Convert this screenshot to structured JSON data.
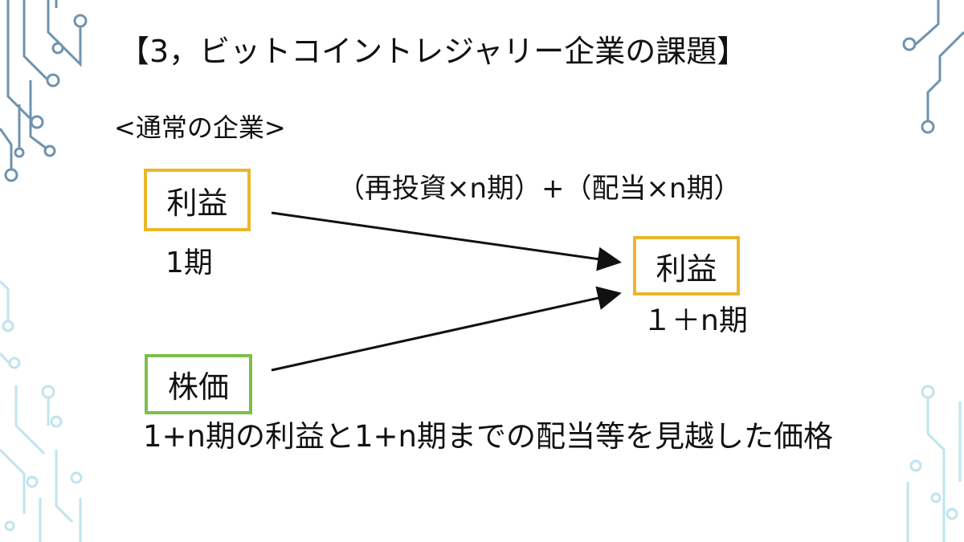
{
  "slide": {
    "title": "【3，ビットコイントレジャリー企業の課題】",
    "subtitle": "<通常の企業>",
    "formula": "（再投資×n期）+（配当×n期）",
    "left_profit_box": "利益",
    "left_profit_period": "1期",
    "right_profit_box": "利益",
    "right_profit_period": "１＋n期",
    "stock_price_box": "株価",
    "caption": "1+n期の利益と1+n期までの配当等を見越した価格"
  },
  "colors": {
    "profit_border": "#E9B72A",
    "stock_border": "#7CBF4A",
    "deco_lines": "#6E93AE",
    "deco_lines_light": "#BFE4EE"
  }
}
